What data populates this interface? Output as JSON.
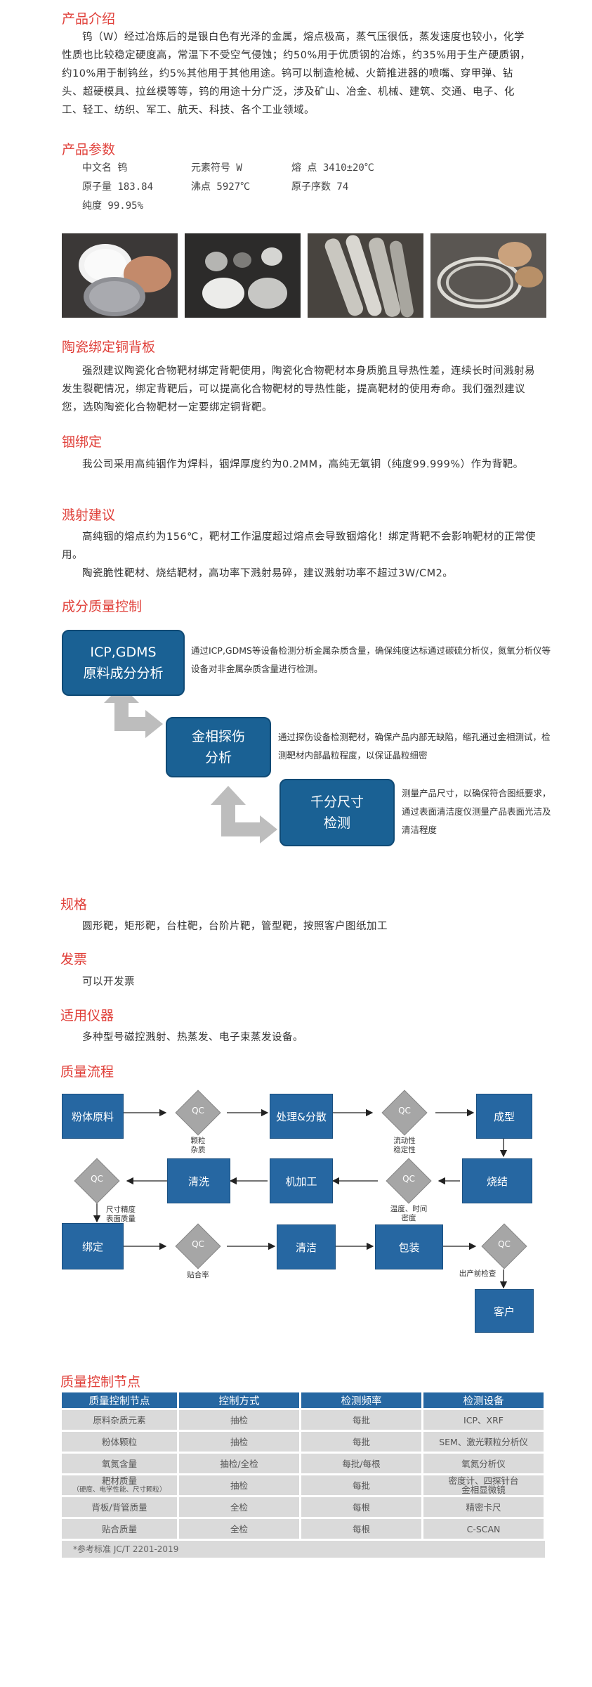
{
  "intro": {
    "title": "产品介绍",
    "text": "钨（W）经过冶炼后的是银白色有光泽的金属，熔点极高，蒸气压很低，蒸发速度也较小，化学性质也比较稳定硬度高，常温下不受空气侵蚀；约50%用于优质钢的冶炼，约35%用于生产硬质钢，约10%用于制钨丝，约5%其他用于其他用途。钨可以制造枪械、火箭推进器的喷嘴、穿甲弹、钻头、超硬模具、拉丝模等等，钨的用途十分广泛，涉及矿山、冶金、机械、建筑、交通、电子、化工、轻工、纺织、军工、航天、科技、各个工业领域。"
  },
  "params": {
    "title": "产品参数",
    "row1": [
      "中文名 钨",
      "元素符号 W",
      "熔 点 3410±20℃"
    ],
    "row2": [
      "原子量 183.84",
      "沸点 5927℃",
      "原子序数 74"
    ],
    "row3": [
      "纯度 99.95%"
    ]
  },
  "bonding": {
    "title": "陶瓷绑定铜背板",
    "text": "强烈建议陶瓷化合物靶材绑定背靶使用，陶瓷化合物靶材本身质脆且导热性差，连续长时间溅射易发生裂靶情况，绑定背靶后，可以提高化合物靶材的导热性能，提高靶材的使用寿命。我们强烈建议您，选购陶瓷化合物靶材一定要绑定铜背靶。"
  },
  "indium": {
    "title": "铟绑定",
    "text": "我公司采用高纯铟作为焊料，铟焊厚度约为0.2MM，高纯无氧铜（纯度99.999%）作为背靶。"
  },
  "sputter": {
    "title": "溅射建议",
    "text1": "高纯铟的熔点约为156℃，靶材工作温度超过熔点会导致铟熔化！绑定背靶不会影响靶材的正常使用。",
    "text2": "陶瓷脆性靶材、烧结靶材，高功率下溅射易碎，建议溅射功率不超过3W/CM2。"
  },
  "quality": {
    "title": "成分质量控制",
    "box1": "ICP,GDMS\n原料成分分析",
    "text1": "通过ICP,GDMS等设备检测分析金属杂质含量，确保纯度达标通过碳硫分析仪，氮氧分析仪等设备对非金属杂质含量进行检测。",
    "box2": "金相探伤\n分析",
    "text2": "通过探伤设备检测靶材，确保产品内部无缺陷，缩孔通过金相测试，检测靶材内部晶粒程度，以保证晶粒细密",
    "box3": "千分尺寸\n检测",
    "text3": "测量产品尺寸，以确保符合图纸要求，通过表面清洁度仪测量产品表面光洁及清洁程度"
  },
  "spec": {
    "title": "规格",
    "text": "圆形靶，矩形靶，台柱靶，台阶片靶，管型靶，按照客户图纸加工"
  },
  "invoice": {
    "title": "发票",
    "text": "可以开发票"
  },
  "instrument": {
    "title": "适用仪器",
    "text": "多种型号磁控溅射、热蒸发、电子束蒸发设备。"
  },
  "flow": {
    "title": "质量流程",
    "qc": "QC",
    "powder": "粉体原料",
    "process": "处理&分散",
    "forming": "成型",
    "sinter": "烧结",
    "machining": "机加工",
    "cleaning": "清洗",
    "bonding": "绑定",
    "clean2": "清洁",
    "package": "包装",
    "customer": "客户",
    "lbl_particle": "颗粒\n杂质",
    "lbl_flow": "流动性\n稳定性",
    "lbl_temp": "温度、时间\n密度",
    "lbl_size": "尺寸精度\n表面质量",
    "lbl_bond": "贴合率",
    "lbl_ship": "出产前检查"
  },
  "nodes": {
    "title": "质量控制节点",
    "headers": [
      "质量控制节点",
      "控制方式",
      "检测频率",
      "检测设备"
    ],
    "rows": [
      [
        "原料杂质元素",
        "抽检",
        "每批",
        "ICP、XRF"
      ],
      [
        "粉体颗粒",
        "抽检",
        "每批",
        "SEM、激光颗粒分析仪"
      ],
      [
        "氧氮含量",
        "抽检/全检",
        "每批/每根",
        "氧氮分析仪"
      ],
      [
        "耙材质量",
        "抽检",
        "每批",
        "密度计、四探针台\n金相显微镜"
      ],
      [
        "背板/背管质量",
        "全检",
        "每根",
        "精密卡尺"
      ],
      [
        "贴合质量",
        "全检",
        "每根",
        "C-SCAN"
      ]
    ],
    "row4_sub": "（硬度、电学性能、尺寸颗粒）",
    "note": "*参考标准 JC/T 2201-2019"
  }
}
